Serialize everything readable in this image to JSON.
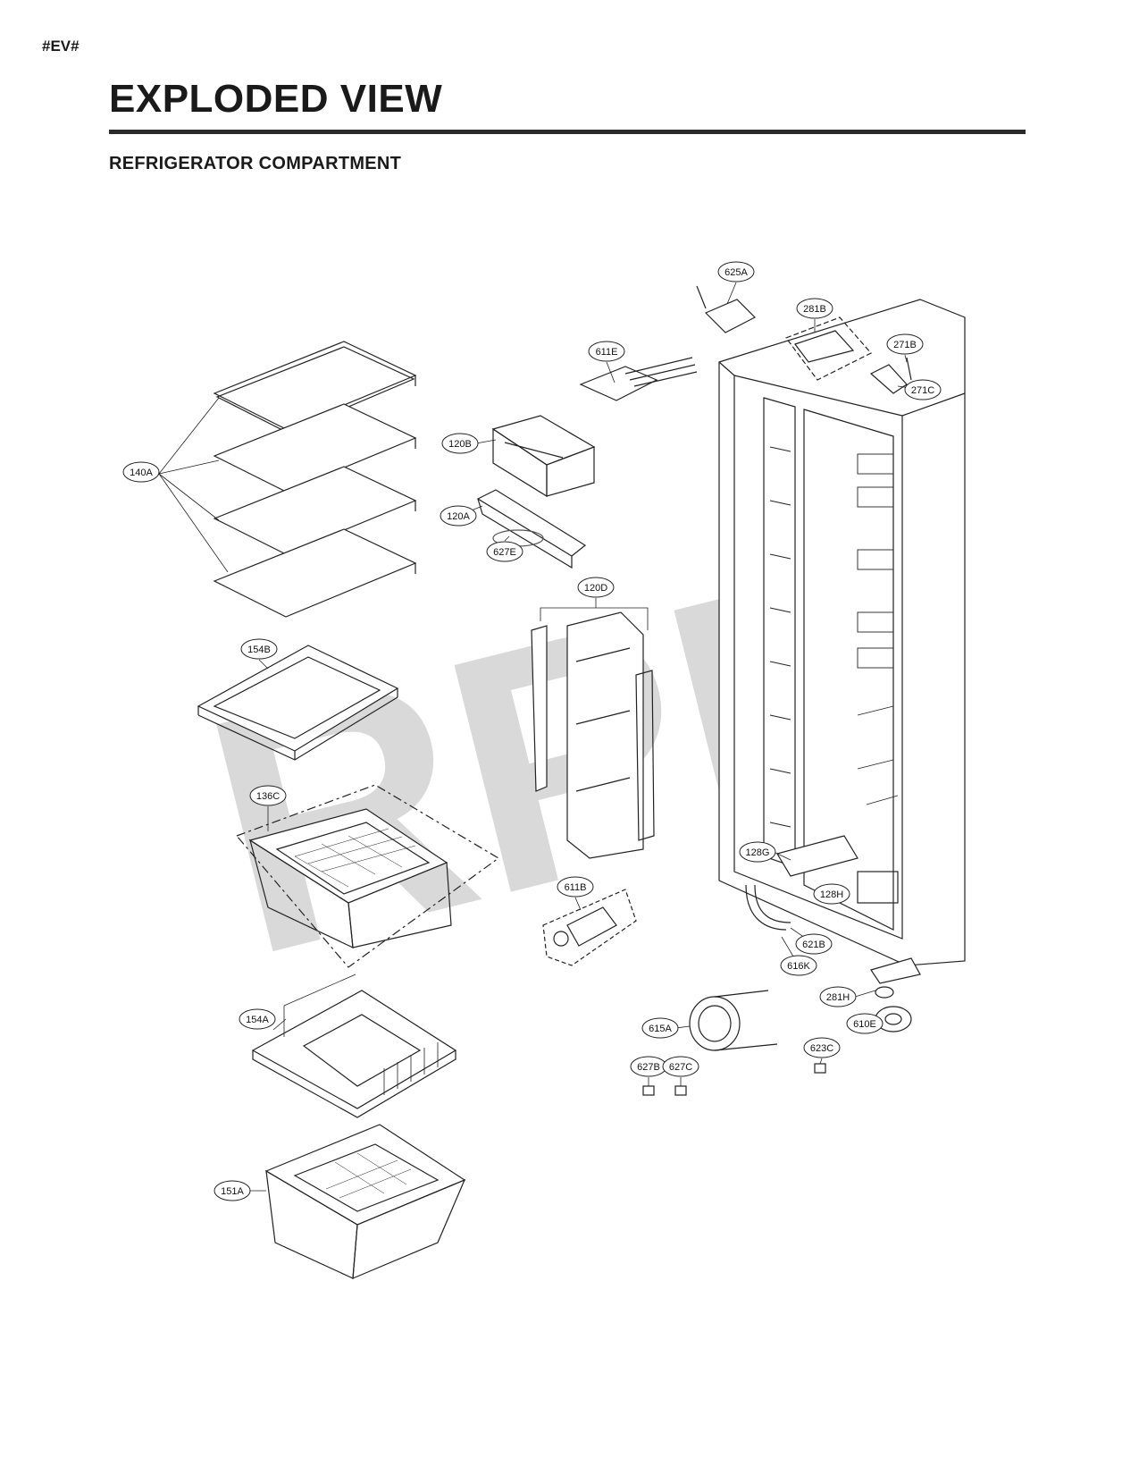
{
  "header": {
    "code": "#EV#",
    "title": "EXPLODED VIEW",
    "subtitle": "REFRIGERATOR COMPARTMENT"
  },
  "watermark": "RPI",
  "callouts": [
    {
      "label": "625A"
    },
    {
      "label": "281B"
    },
    {
      "label": "271B"
    },
    {
      "label": "271C"
    },
    {
      "label": "611E"
    },
    {
      "label": "120B"
    },
    {
      "label": "120A"
    },
    {
      "label": "627E"
    },
    {
      "label": "140A"
    },
    {
      "label": "120D"
    },
    {
      "label": "154B"
    },
    {
      "label": "136C"
    },
    {
      "label": "611B"
    },
    {
      "label": "128G"
    },
    {
      "label": "128H"
    },
    {
      "label": "621B"
    },
    {
      "label": "616K"
    },
    {
      "label": "281H"
    },
    {
      "label": "615A"
    },
    {
      "label": "610E"
    },
    {
      "label": "623C"
    },
    {
      "label": "627B"
    },
    {
      "label": "627C"
    },
    {
      "label": "154A"
    },
    {
      "label": "151A"
    }
  ]
}
